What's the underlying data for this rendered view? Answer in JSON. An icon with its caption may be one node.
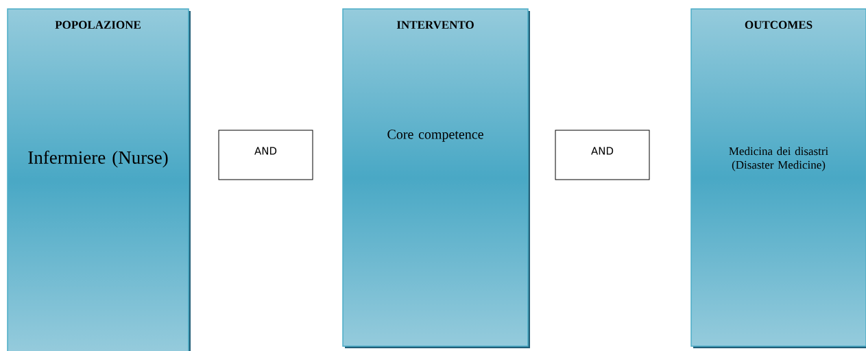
{
  "diagram": {
    "nodes": [
      {
        "text": [
          "POPOLAZIONE",
          "Infermiere (Nurse)"
        ]
      },
      {
        "text": [
          "AND"
        ]
      },
      {
        "text": [
          "INTERVENTO",
          "Core competence"
        ]
      },
      {
        "text": [
          "AND"
        ]
      },
      {
        "text": [
          "OUTCOMES",
          "Medicina dei disastri (Disaster Medicine)"
        ]
      }
    ]
  }
}
